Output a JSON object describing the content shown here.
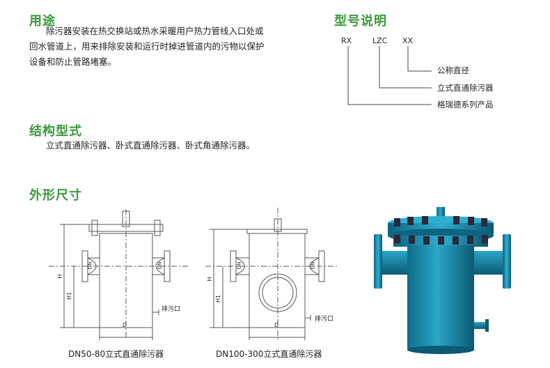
{
  "usage": {
    "heading": "用途",
    "lines": [
      "除污器安装在热交换站或热水采暖用户热力管线入口处或",
      "回水管道上，用来排除安装和运行时掉进管道内的污物以保护",
      "设备和防止管路堵塞。"
    ]
  },
  "model": {
    "heading": "型号说明",
    "codes": [
      "RX",
      "LZC",
      "XX"
    ],
    "meanings": [
      "公称直径",
      "立式直通除污器",
      "格瑞德系列产品"
    ]
  },
  "structure": {
    "heading": "结构型式",
    "text": "立式直通除污器、卧式直通除污器、卧式角通除污器。"
  },
  "dimensions": {
    "heading": "外形尺寸",
    "drawing1": {
      "caption": "DN50-80立式直通除污器",
      "labels": {
        "H": "H",
        "H1": "H1",
        "D": "D",
        "DN_left": "DN",
        "DN_right": "DN",
        "drain": "排污口"
      }
    },
    "drawing2": {
      "caption": "DN100-300立式直通除污器",
      "labels": {
        "H": "H",
        "H1": "H1",
        "D": "D",
        "DN_left": "DN",
        "DN_right": "DN",
        "drain": "排污口"
      }
    }
  },
  "colors": {
    "heading_green": "#3a9a3a",
    "body_blue": "#1f8fb0",
    "bolt_dark": "#2a2a3a"
  }
}
